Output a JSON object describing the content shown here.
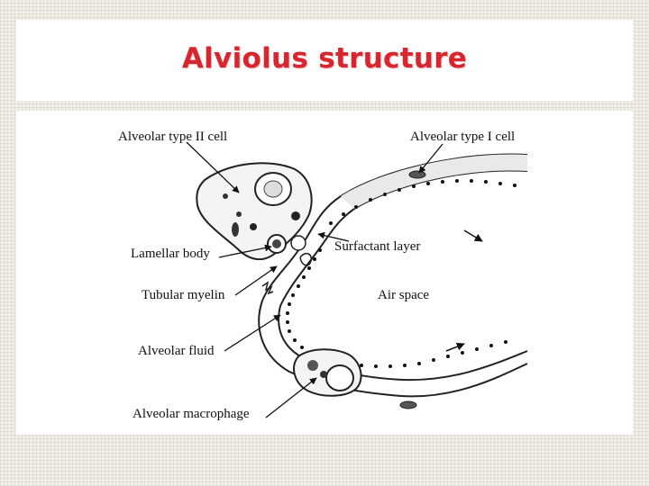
{
  "title": "Alviolus structure",
  "diagram": {
    "labels": {
      "type2": "Alveolar type II cell",
      "type1": "Alveolar type I cell",
      "lamellar": "Lamellar body",
      "surfactant": "Surfactant layer",
      "tubular": "Tubular myelin",
      "air": "Air space",
      "fluid": "Alveolar fluid",
      "macrophage": "Alveolar macrophage"
    }
  }
}
